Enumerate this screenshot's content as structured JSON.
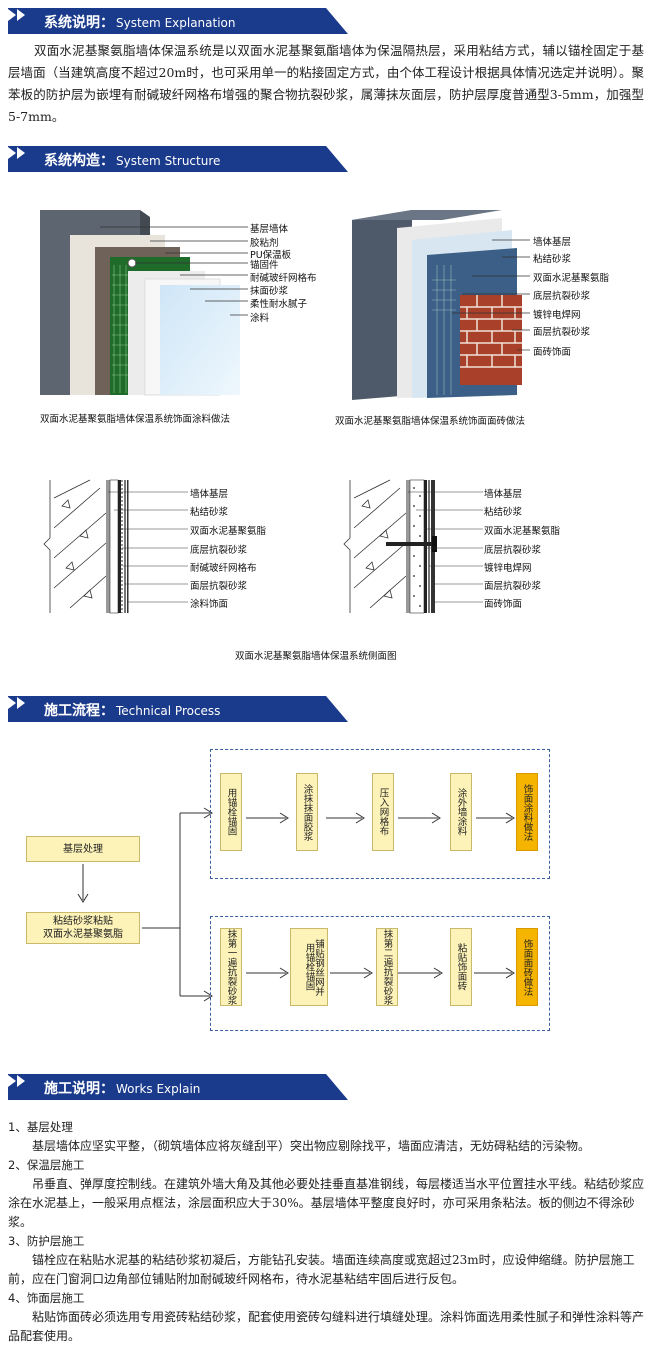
{
  "sections": {
    "explanation": {
      "cn": "系统说明：",
      "en": "System Explanation"
    },
    "structure": {
      "cn": "系统构造：",
      "en": "System Structure"
    },
    "process": {
      "cn": "施工流程：",
      "en": "Technical Process"
    },
    "works": {
      "cn": "施工说明：",
      "en": "Works Explain"
    }
  },
  "explanation_text": "双面水泥基聚氨脂墙体保温系统是以双面水泥基聚氨酯墙体为保温隔热层，采用粘结方式，辅以锚栓固定于基层墙面（当建筑高度不超过20m时，也可采用单一的粘接固定方式，由个体工程设计根据具体情况选定并说明）。聚苯板的防护层为嵌埋有耐碱玻纤网格布增强的聚合物抗裂砂浆，属薄抹灰面层，防护层厚度普通型3-5mm，加强型5-7mm。",
  "diagram1": {
    "labels": [
      "基层墙体",
      "胶粘剂",
      "PU保温板",
      "锚固件",
      "耐碱玻纤网格布",
      "抹面砂浆",
      "柔性耐水腻子",
      "涂料"
    ],
    "caption": "双面水泥基聚氨脂墙体保温系统饰面涂料做法"
  },
  "diagram2": {
    "labels": [
      "墙体基层",
      "粘结砂浆",
      "双面水泥基聚氨脂",
      "底层抗裂砂浆",
      "镀锌电焊网",
      "面层抗裂砂浆",
      "面砖饰面"
    ],
    "caption": "双面水泥基聚氨脂墙体保温系统饰面面砖做法"
  },
  "section1": {
    "labels": [
      "墙体基层",
      "粘结砂浆",
      "双面水泥基聚氨脂",
      "底层抗裂砂浆",
      "耐碱玻纤网格布",
      "面层抗裂砂浆",
      "涂料饰面"
    ]
  },
  "section2": {
    "labels": [
      "墙体基层",
      "粘结砂浆",
      "双面水泥基聚氨脂",
      "底层抗裂砂浆",
      "镀锌电焊网",
      "面层抗裂砂浆",
      "面砖饰面"
    ]
  },
  "section_caption": "双面水泥基聚氨脂墙体保温系统侧面图",
  "flow": {
    "start": "基层处理",
    "bond_line1": "粘结砂浆粘贴",
    "bond_line2": "双面水泥基聚氨脂",
    "top": [
      "用锚栓锚固",
      "涂抹抹面胶浆",
      "压入网格布",
      "涂外墙涂料",
      "饰面涂料做法"
    ],
    "bottom": [
      "抹第一遍抗裂砂浆",
      "用锚栓锚固",
      "铺贴钢丝网并",
      "抹第二遍抗裂砂浆",
      "粘贴饰面砖",
      "饰面面砖做法"
    ]
  },
  "works": [
    {
      "title": "1、基层处理",
      "body": "基层墙体应坚实平整，（砌筑墙体应将灰缝刮平）突出物应剔除找平，墙面应清洁，无妨碍粘结的污染物。"
    },
    {
      "title": "2、保温层施工",
      "body": "吊垂直、弹厚度控制线。在建筑外墙大角及其他必要处挂垂直基准钢线，每层楼适当水平位置挂水平线。粘结砂浆应涂在水泥基上，一般采用点框法，涂层面积应大于30%。基层墙体平整度良好时，亦可采用条粘法。板的侧边不得涂砂浆。"
    },
    {
      "title": "3、防护层施工",
      "body": "锚栓应在粘贴水泥基的粘结砂浆初凝后，方能钻孔安装。墙面连续高度或宽超过23m时，应设伸缩缝。防护层施工前，应在门窗洞口边角部位铺贴附加耐碱玻纤网格布，待水泥基粘结牢固后进行反包。"
    },
    {
      "title": "4、饰面层施工",
      "body": "粘贴饰面砖必须选用专用瓷砖粘结砂浆，配套使用瓷砖勾缝料进行填缝处理。涂料饰面选用柔性腻子和弹性涂料等产品配套使用。"
    }
  ],
  "colors": {
    "bar": "#1a3a8c",
    "box": "#fdf3b8",
    "box_final": "#f5b400",
    "dash": "#3a5fa0"
  }
}
